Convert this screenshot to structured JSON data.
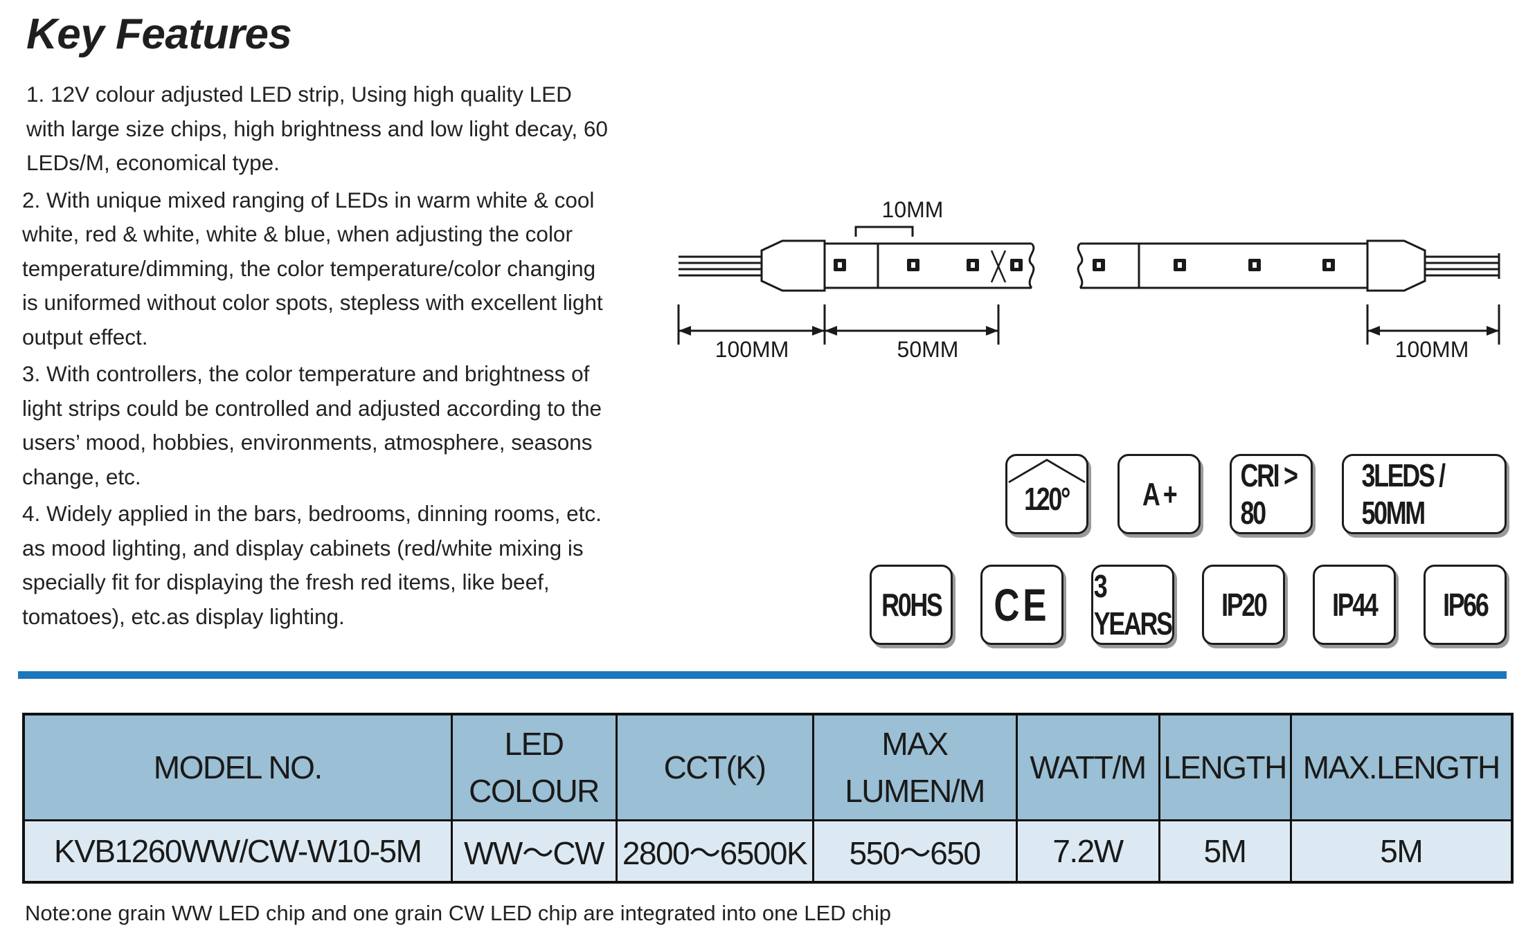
{
  "title": "Key Features",
  "features": [
    "1.  12V colour adjusted LED strip, Using high quality LED with large size chips, high brightness and low light decay, 60 LEDs/M, economical type.",
    "2. With unique mixed ranging of LEDs in warm white & cool white, red & white, white & blue, when adjusting the color temperature/dimming, the color temperature/color changing is uniformed without color spots, stepless with excellent light output effect.",
    "3. With controllers, the color temperature and brightness of light strips could be controlled and adjusted according to the users’ mood, hobbies, environments, atmosphere, seasons change, etc.",
    "4. Widely applied in the bars, bedrooms, dinning rooms, etc. as mood lighting, and display cabinets (red/white mixing is specially fit for displaying the fresh red items, like beef, tomatoes), etc.as display lighting."
  ],
  "diagram": {
    "pitch_label": "10MM",
    "lead_left_label": "100MM",
    "cut_label": "50MM",
    "lead_right_label": "100MM"
  },
  "badges_row1": [
    "120°",
    "A +",
    "CRI > 80",
    "3LEDS / 50MM"
  ],
  "badges_row2": [
    "R0HS",
    "CE",
    "3 YEARS",
    "IP20",
    "IP44",
    "IP66"
  ],
  "accent_color": "#1b76bc",
  "table": {
    "headers": [
      "MODEL NO.",
      "LED\nCOLOUR",
      "CCT(K)",
      "MAX\nLUMEN/M",
      "WATT/M",
      "LENGTH",
      "MAX.LENGTH"
    ],
    "rows": [
      [
        "KVB1260WW/CW-W10-5M",
        "WW～CW",
        "2800～6500K",
        "550～650",
        "7.2W",
        "5M",
        "5M"
      ]
    ],
    "header_bg": "#9bbfd4",
    "row_bg": "#dce9f2"
  },
  "note": "Note:one grain WW LED chip and one grain CW LED chip are integrated into one LED chip"
}
